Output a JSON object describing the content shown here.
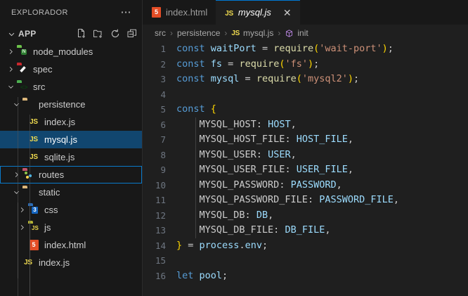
{
  "sidebar": {
    "title": "EXPLORADOR",
    "more_actions_icon": "ellipsis-icon",
    "root": {
      "label": "APP",
      "actions": [
        {
          "name": "new-file-icon",
          "tooltip": "Novo Arquivo"
        },
        {
          "name": "new-folder-icon",
          "tooltip": "Nova Pasta"
        },
        {
          "name": "refresh-icon",
          "tooltip": "Atualizar"
        },
        {
          "name": "collapse-all-icon",
          "tooltip": "Recolher Tudo"
        }
      ]
    },
    "tree": [
      {
        "label": "node_modules",
        "kind": "folder",
        "icon": "folder-node-icon",
        "depth": 1,
        "expanded": false,
        "color": "#6cc24a"
      },
      {
        "label": "spec",
        "kind": "folder",
        "icon": "folder-test-icon",
        "depth": 1,
        "expanded": false,
        "color": "#c9272d"
      },
      {
        "label": "src",
        "kind": "folder",
        "icon": "folder-src-icon",
        "depth": 1,
        "expanded": true,
        "color": "#4caf50"
      },
      {
        "label": "persistence",
        "kind": "folder",
        "icon": "folder-icon",
        "depth": 2,
        "expanded": true,
        "color": "#dcb67a"
      },
      {
        "label": "index.js",
        "kind": "file",
        "icon": "js-file-icon",
        "depth": 3
      },
      {
        "label": "mysql.js",
        "kind": "file",
        "icon": "js-file-icon",
        "depth": 3,
        "selected": true
      },
      {
        "label": "sqlite.js",
        "kind": "file",
        "icon": "js-file-icon",
        "depth": 3
      },
      {
        "label": "routes",
        "kind": "folder",
        "icon": "folder-routes-icon",
        "depth": 2,
        "expanded": false,
        "focused": true,
        "color": "#c2546a"
      },
      {
        "label": "static",
        "kind": "folder",
        "icon": "folder-icon",
        "depth": 2,
        "expanded": true,
        "color": "#dcb67a"
      },
      {
        "label": "css",
        "kind": "folder",
        "icon": "folder-css-icon",
        "depth": 3,
        "expanded": false,
        "color": "#2a6cb8"
      },
      {
        "label": "js",
        "kind": "folder",
        "icon": "folder-js-icon",
        "depth": 3,
        "expanded": false,
        "color": "#b3b334"
      },
      {
        "label": "index.html",
        "kind": "file",
        "icon": "html-file-icon",
        "depth": 3
      },
      {
        "label": "index.js",
        "kind": "file",
        "icon": "js-file-icon",
        "depth": 2
      }
    ]
  },
  "editor": {
    "tabs": [
      {
        "label": "index.html",
        "icon": "html-file-icon",
        "active": false,
        "closable": false
      },
      {
        "label": "mysql.js",
        "icon": "js-file-icon",
        "active": true,
        "closable": true,
        "preview": true,
        "close_icon": "close-icon"
      }
    ],
    "breadcrumb": [
      {
        "label": "src",
        "icon": null
      },
      {
        "label": "mysql.js",
        "icon": "js-file-icon"
      },
      {
        "label": "init",
        "icon": "symbol-method-icon"
      }
    ],
    "breadcrumb_middle": "persistence",
    "separator": "›",
    "lines": [
      {
        "n": 1,
        "tokens": [
          {
            "t": "const",
            "c": "t-key"
          },
          {
            "t": " ",
            "c": "t-punc"
          },
          {
            "t": "waitPort",
            "c": "t-var"
          },
          {
            "t": " = ",
            "c": "t-punc"
          },
          {
            "t": "require",
            "c": "t-fn"
          },
          {
            "t": "(",
            "c": "t-br1"
          },
          {
            "t": "'wait-port'",
            "c": "t-str"
          },
          {
            "t": ")",
            "c": "t-br1"
          },
          {
            "t": ";",
            "c": "t-punc"
          }
        ]
      },
      {
        "n": 2,
        "tokens": [
          {
            "t": "const",
            "c": "t-key"
          },
          {
            "t": " ",
            "c": "t-punc"
          },
          {
            "t": "fs",
            "c": "t-var"
          },
          {
            "t": " = ",
            "c": "t-punc"
          },
          {
            "t": "require",
            "c": "t-fn"
          },
          {
            "t": "(",
            "c": "t-br1"
          },
          {
            "t": "'fs'",
            "c": "t-str"
          },
          {
            "t": ")",
            "c": "t-br1"
          },
          {
            "t": ";",
            "c": "t-punc"
          }
        ]
      },
      {
        "n": 3,
        "tokens": [
          {
            "t": "const",
            "c": "t-key"
          },
          {
            "t": " ",
            "c": "t-punc"
          },
          {
            "t": "mysql",
            "c": "t-var"
          },
          {
            "t": " = ",
            "c": "t-punc"
          },
          {
            "t": "require",
            "c": "t-fn"
          },
          {
            "t": "(",
            "c": "t-br1"
          },
          {
            "t": "'mysql2'",
            "c": "t-str"
          },
          {
            "t": ")",
            "c": "t-br1"
          },
          {
            "t": ";",
            "c": "t-punc"
          }
        ]
      },
      {
        "n": 4,
        "tokens": []
      },
      {
        "n": 5,
        "tokens": [
          {
            "t": "const",
            "c": "t-key"
          },
          {
            "t": " ",
            "c": "t-punc"
          },
          {
            "t": "{",
            "c": "t-br1"
          }
        ]
      },
      {
        "n": 6,
        "guide": true,
        "tokens": [
          {
            "t": "    MYSQL_HOST",
            "c": "t-prop"
          },
          {
            "t": ": ",
            "c": "t-punc"
          },
          {
            "t": "HOST",
            "c": "t-var"
          },
          {
            "t": ",",
            "c": "t-punc"
          }
        ]
      },
      {
        "n": 7,
        "guide": true,
        "tokens": [
          {
            "t": "    MYSQL_HOST_FILE",
            "c": "t-prop"
          },
          {
            "t": ": ",
            "c": "t-punc"
          },
          {
            "t": "HOST_FILE",
            "c": "t-var"
          },
          {
            "t": ",",
            "c": "t-punc"
          }
        ]
      },
      {
        "n": 8,
        "guide": true,
        "tokens": [
          {
            "t": "    MYSQL_USER",
            "c": "t-prop"
          },
          {
            "t": ": ",
            "c": "t-punc"
          },
          {
            "t": "USER",
            "c": "t-var"
          },
          {
            "t": ",",
            "c": "t-punc"
          }
        ]
      },
      {
        "n": 9,
        "guide": true,
        "tokens": [
          {
            "t": "    MYSQL_USER_FILE",
            "c": "t-prop"
          },
          {
            "t": ": ",
            "c": "t-punc"
          },
          {
            "t": "USER_FILE",
            "c": "t-var"
          },
          {
            "t": ",",
            "c": "t-punc"
          }
        ]
      },
      {
        "n": 10,
        "guide": true,
        "tokens": [
          {
            "t": "    MYSQL_PASSWORD",
            "c": "t-prop"
          },
          {
            "t": ": ",
            "c": "t-punc"
          },
          {
            "t": "PASSWORD",
            "c": "t-var"
          },
          {
            "t": ",",
            "c": "t-punc"
          }
        ]
      },
      {
        "n": 11,
        "guide": true,
        "tokens": [
          {
            "t": "    MYSQL_PASSWORD_FILE",
            "c": "t-prop"
          },
          {
            "t": ": ",
            "c": "t-punc"
          },
          {
            "t": "PASSWORD_FILE",
            "c": "t-var"
          },
          {
            "t": ",",
            "c": "t-punc"
          }
        ]
      },
      {
        "n": 12,
        "guide": true,
        "tokens": [
          {
            "t": "    MYSQL_DB",
            "c": "t-prop"
          },
          {
            "t": ": ",
            "c": "t-punc"
          },
          {
            "t": "DB",
            "c": "t-var"
          },
          {
            "t": ",",
            "c": "t-punc"
          }
        ]
      },
      {
        "n": 13,
        "guide": true,
        "tokens": [
          {
            "t": "    MYSQL_DB_FILE",
            "c": "t-prop"
          },
          {
            "t": ": ",
            "c": "t-punc"
          },
          {
            "t": "DB_FILE",
            "c": "t-var"
          },
          {
            "t": ",",
            "c": "t-punc"
          }
        ]
      },
      {
        "n": 14,
        "tokens": [
          {
            "t": "}",
            "c": "t-br1"
          },
          {
            "t": " = ",
            "c": "t-punc"
          },
          {
            "t": "process",
            "c": "t-var"
          },
          {
            "t": ".",
            "c": "t-punc"
          },
          {
            "t": "env",
            "c": "t-var"
          },
          {
            "t": ";",
            "c": "t-punc"
          }
        ]
      },
      {
        "n": 15,
        "tokens": []
      },
      {
        "n": 16,
        "tokens": [
          {
            "t": "let",
            "c": "t-key"
          },
          {
            "t": " ",
            "c": "t-punc"
          },
          {
            "t": "pool",
            "c": "t-var"
          },
          {
            "t": ";",
            "c": "t-punc"
          }
        ]
      }
    ]
  },
  "colors": {
    "accent": "#0078d4",
    "selection": "#11466f",
    "sidebar_bg": "#181818",
    "editor_bg": "#1f1f1f",
    "keyword": "#569cd6",
    "variable": "#9cdcfe",
    "function": "#dcdcaa",
    "string": "#ce9178",
    "bracket": "#ffd700"
  }
}
